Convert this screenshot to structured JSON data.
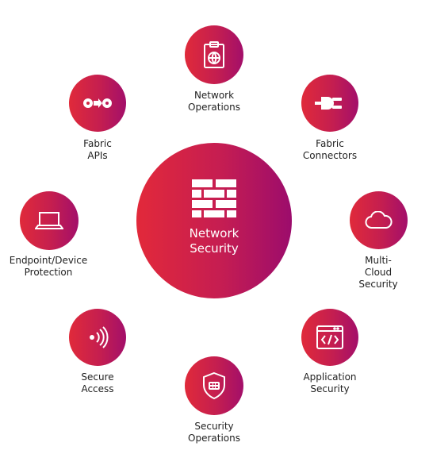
{
  "center": {
    "label": "Network\nSecurity",
    "icon": "firewall-brick-icon"
  },
  "nodes": [
    {
      "id": "network-operations",
      "label": "Network\nOperations",
      "icon": "clipboard-globe-icon"
    },
    {
      "id": "fabric-connectors",
      "label": "Fabric\nConnectors",
      "icon": "plug-icon"
    },
    {
      "id": "multi-cloud-security",
      "label": "Multi-Cloud\nSecurity",
      "icon": "cloud-icon"
    },
    {
      "id": "application-security",
      "label": "Application\nSecurity",
      "icon": "code-window-icon"
    },
    {
      "id": "security-operations",
      "label": "Security\nOperations",
      "icon": "shield-icon"
    },
    {
      "id": "secure-access",
      "label": "Secure\nAccess",
      "icon": "wireless-signal-icon"
    },
    {
      "id": "endpoint-device-protection",
      "label": "Endpoint/Device\nProtection",
      "icon": "laptop-icon"
    },
    {
      "id": "fabric-apis",
      "label": "Fabric\nAPIs",
      "icon": "gears-arrows-icon"
    }
  ],
  "colors": {
    "gradient_start": "#e02a3a",
    "gradient_end": "#a30f6a",
    "label_text": "#222222"
  }
}
